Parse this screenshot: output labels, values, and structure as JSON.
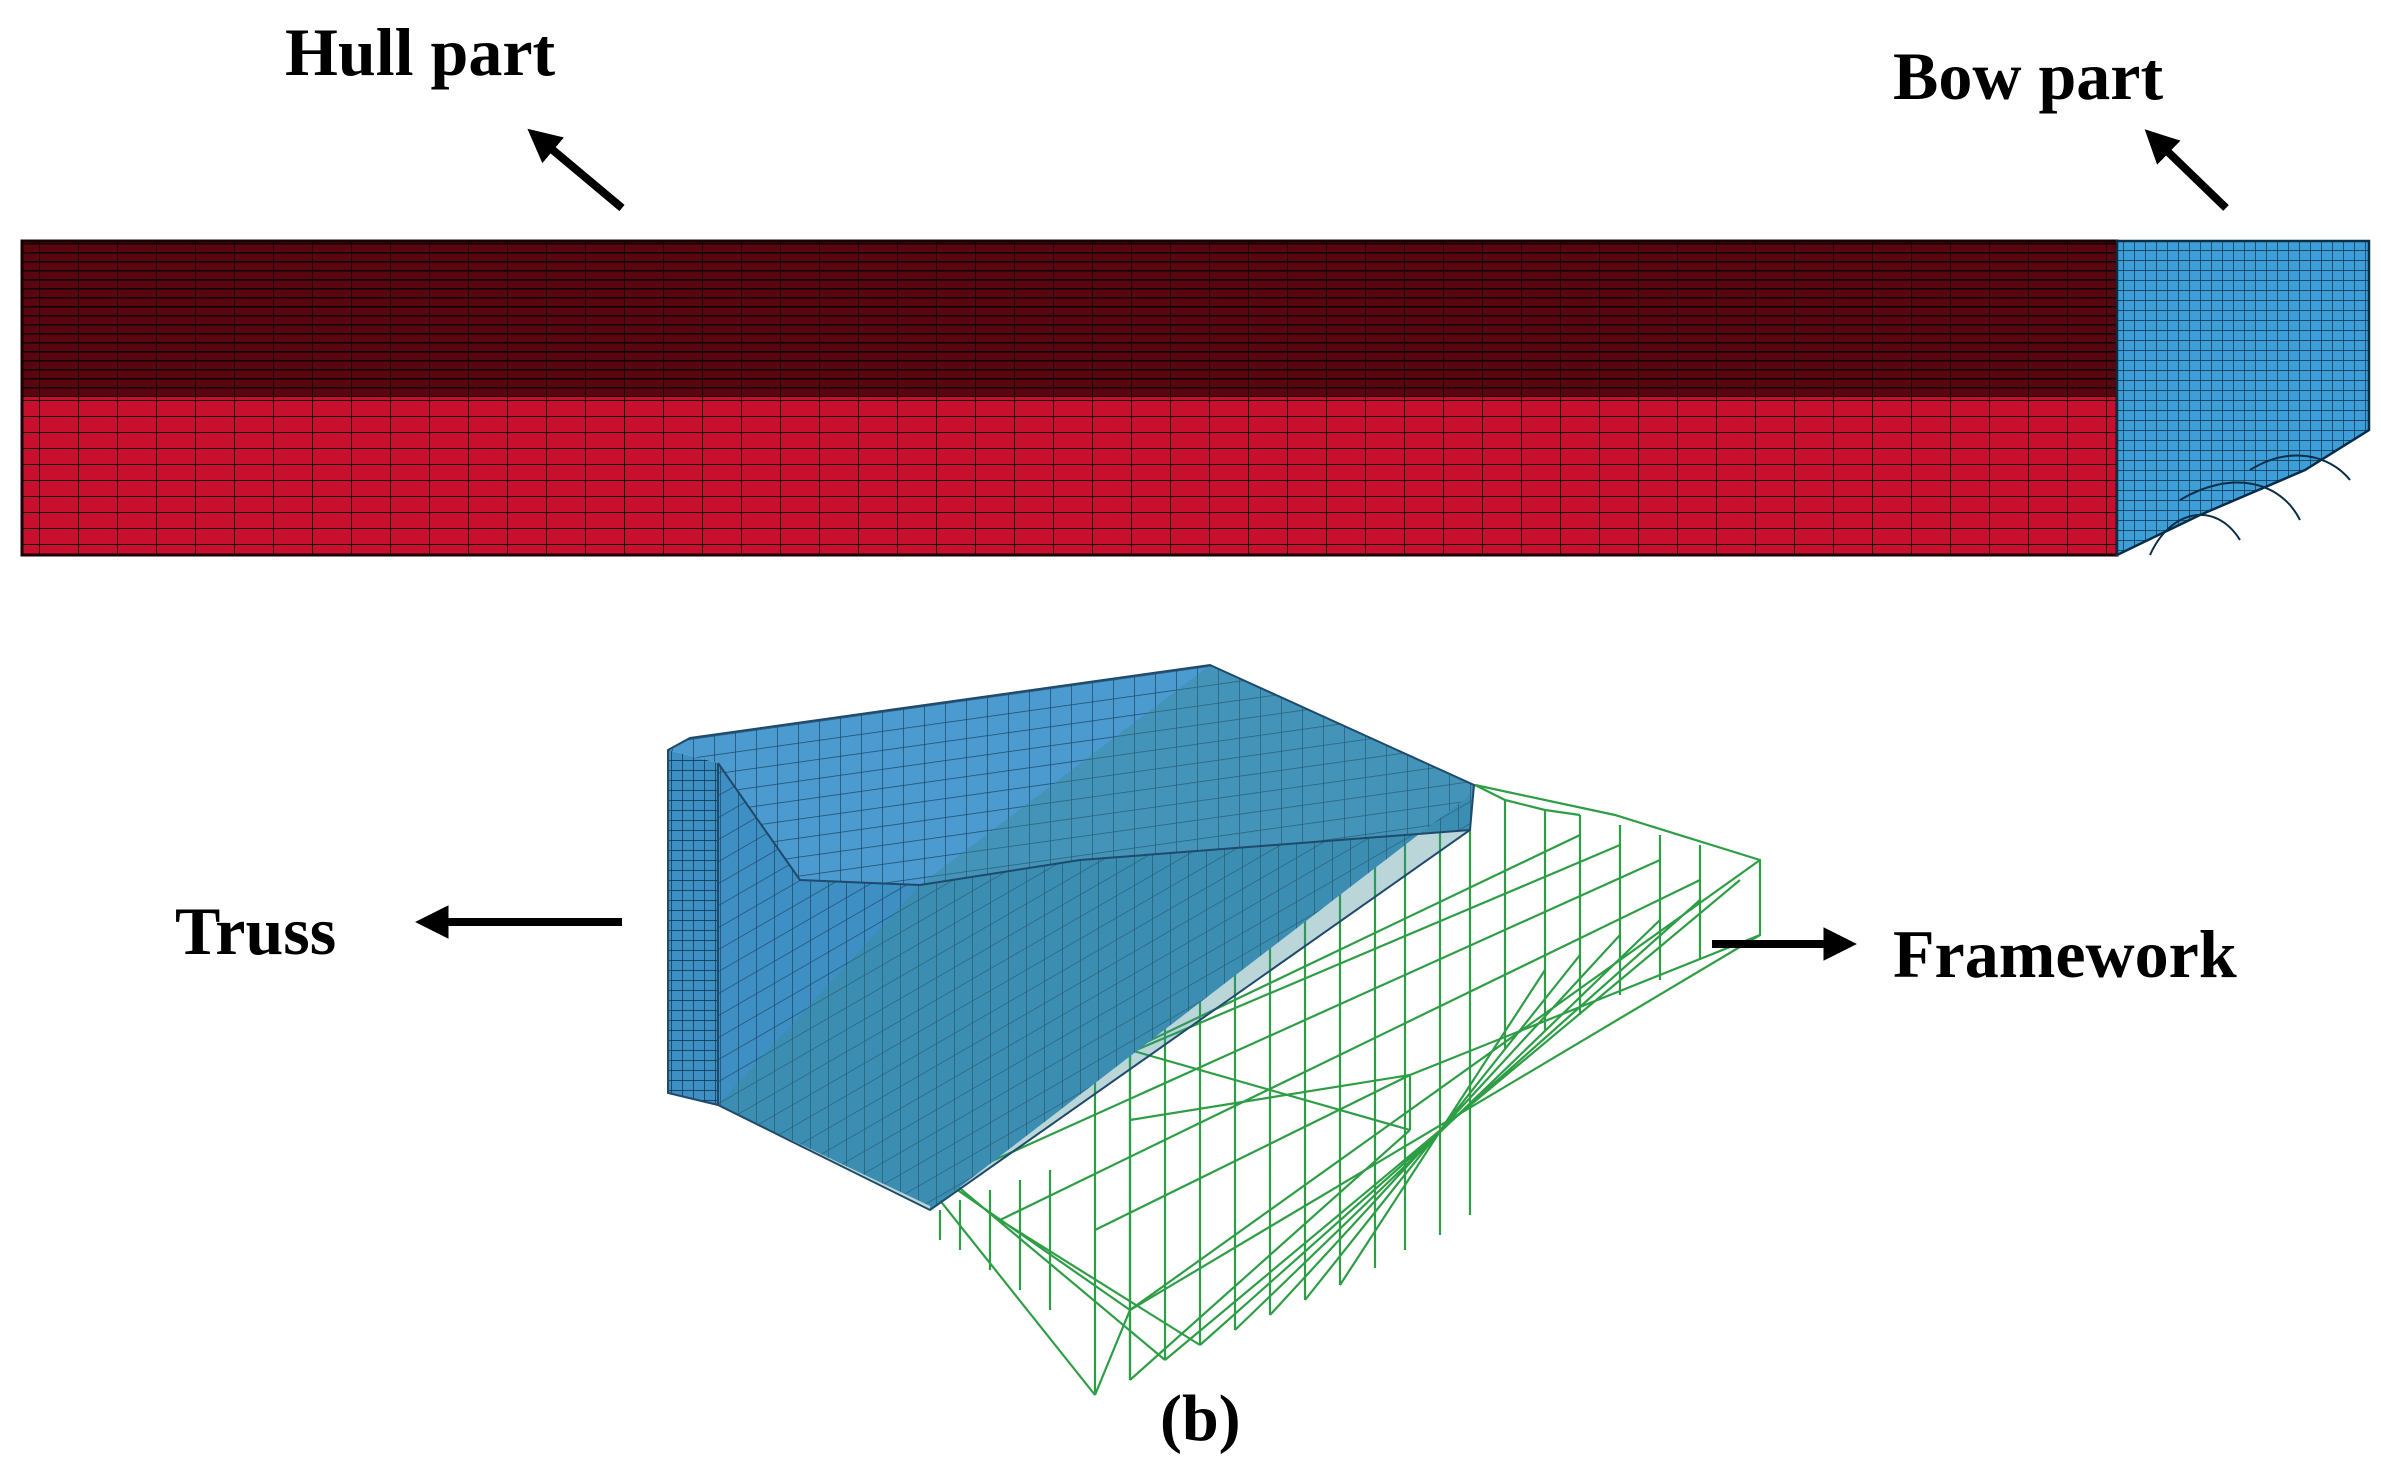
{
  "labels": {
    "hull_part": "Hull part",
    "bow_part": "Bow part",
    "truss": "Truss",
    "framework": "Framework",
    "caption": "(b)"
  },
  "colors": {
    "hull_mesh_fill": "#c8102e",
    "hull_mesh_fill_dark": "#5a0610",
    "bow_mesh_fill": "#3e9fd8",
    "bow_3d_fill": "#3d8fc4",
    "bow_3d_top": "#4b9ad0",
    "framework_wire": "#2e9e46",
    "arrow": "#000000",
    "text": "#000000"
  },
  "icons": {
    "hull_arrow": "arrow-up-left-icon",
    "bow_arrow": "arrow-up-left-icon",
    "truss_arrow": "arrow-left-icon",
    "framework_arrow": "arrow-right-icon"
  }
}
